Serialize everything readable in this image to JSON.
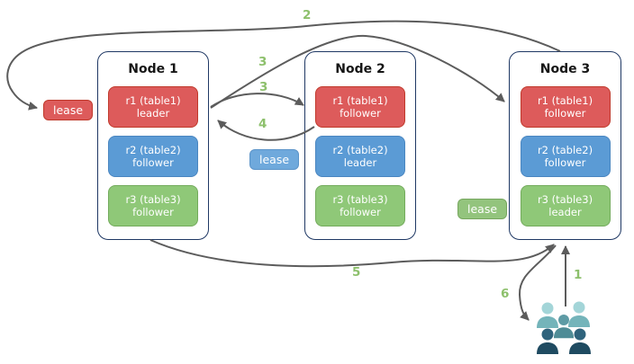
{
  "diagram": {
    "nodes": [
      {
        "title": "Node 1",
        "replicas": [
          {
            "label": "r1 (table1)",
            "role": "leader",
            "color": "red"
          },
          {
            "label": "r2 (table2)",
            "role": "follower",
            "color": "blue"
          },
          {
            "label": "r3 (table3)",
            "role": "follower",
            "color": "green"
          }
        ]
      },
      {
        "title": "Node 2",
        "replicas": [
          {
            "label": "r1 (table1)",
            "role": "follower",
            "color": "red"
          },
          {
            "label": "r2 (table2)",
            "role": "leader",
            "color": "blue"
          },
          {
            "label": "r3 (table3)",
            "role": "follower",
            "color": "green"
          }
        ]
      },
      {
        "title": "Node 3",
        "replicas": [
          {
            "label": "r1 (table1)",
            "role": "follower",
            "color": "red"
          },
          {
            "label": "r2 (table2)",
            "role": "follower",
            "color": "blue"
          },
          {
            "label": "r3 (table3)",
            "role": "leader",
            "color": "green"
          }
        ]
      }
    ],
    "leases": [
      {
        "label": "lease",
        "color": "red"
      },
      {
        "label": "lease",
        "color": "blue"
      },
      {
        "label": "lease",
        "color": "green"
      }
    ],
    "arrow_labels": {
      "s1": "1",
      "s2": "2",
      "s3a": "3",
      "s3b": "3",
      "s4": "4",
      "s5": "5",
      "s6": "6"
    },
    "colors": {
      "red_fill": "#dd5b5b",
      "red_border": "#c0392b",
      "blue_fill": "#5b9bd5",
      "blue_border": "#4a86c0",
      "green_fill": "#8fc878",
      "green_border": "#73ab5c",
      "node_border": "#1f3864",
      "arrow_gray": "#5c5c5c",
      "label_green": "#8dc06c",
      "users_light": "#a3d5d8",
      "users_light_body": "#74b4ba",
      "users_mid": "#5e9ba5",
      "users_mid_body": "#4f8c96",
      "users_dark": "#2f637c",
      "users_dark_body": "#1f4b61"
    }
  }
}
